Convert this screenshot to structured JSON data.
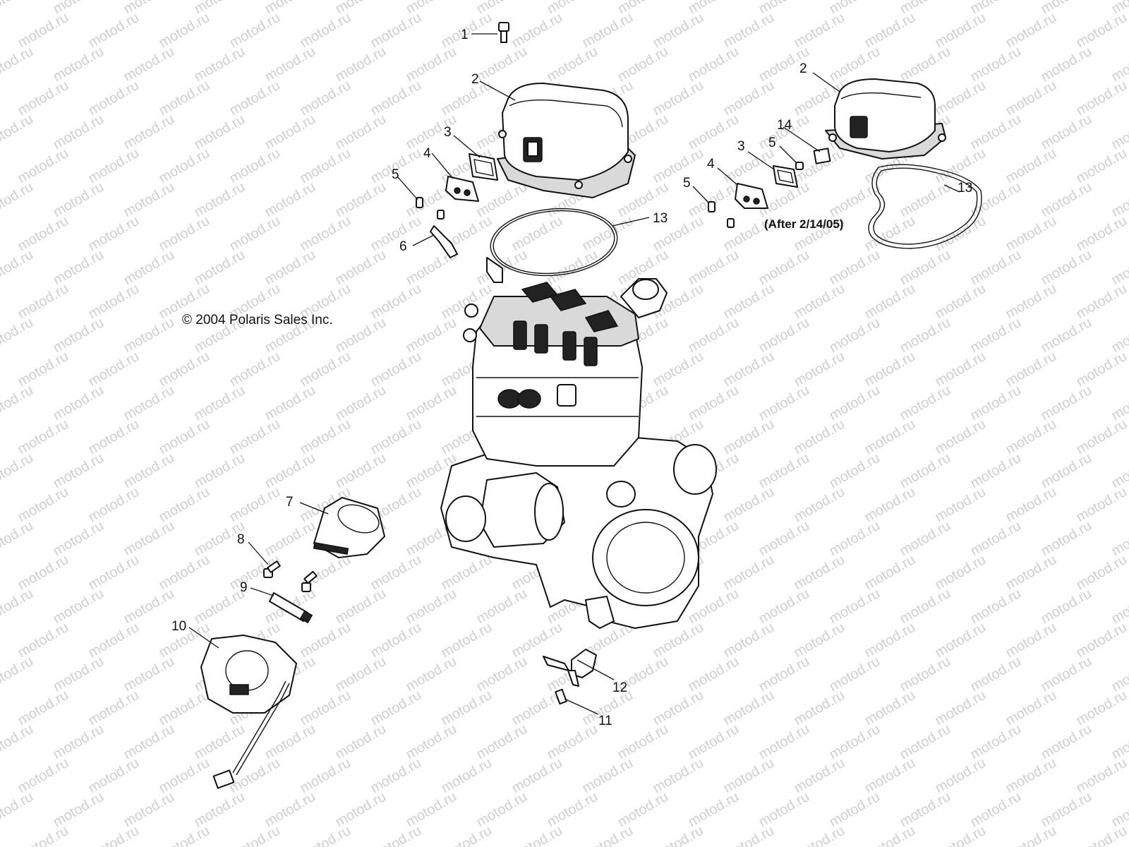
{
  "watermark": "motod.ru",
  "copyright": "© 2004 Polaris Sales Inc.",
  "variant_note": "(After 2/14/05)",
  "callouts": [
    {
      "id": "c1",
      "text": "1"
    },
    {
      "id": "c2a",
      "text": "2"
    },
    {
      "id": "c2b",
      "text": "2"
    },
    {
      "id": "c3a",
      "text": "3"
    },
    {
      "id": "c3b",
      "text": "3"
    },
    {
      "id": "c4a",
      "text": "4"
    },
    {
      "id": "c4b",
      "text": "4"
    },
    {
      "id": "c5a",
      "text": "5"
    },
    {
      "id": "c5b",
      "text": "5"
    },
    {
      "id": "c5c",
      "text": "5"
    },
    {
      "id": "c6",
      "text": "6"
    },
    {
      "id": "c7",
      "text": "7"
    },
    {
      "id": "c8",
      "text": "8"
    },
    {
      "id": "c9",
      "text": "9"
    },
    {
      "id": "c10",
      "text": "10"
    },
    {
      "id": "c11",
      "text": "11"
    },
    {
      "id": "c12",
      "text": "12"
    },
    {
      "id": "c13a",
      "text": "13"
    },
    {
      "id": "c13b",
      "text": "13"
    },
    {
      "id": "c14",
      "text": "14"
    }
  ]
}
